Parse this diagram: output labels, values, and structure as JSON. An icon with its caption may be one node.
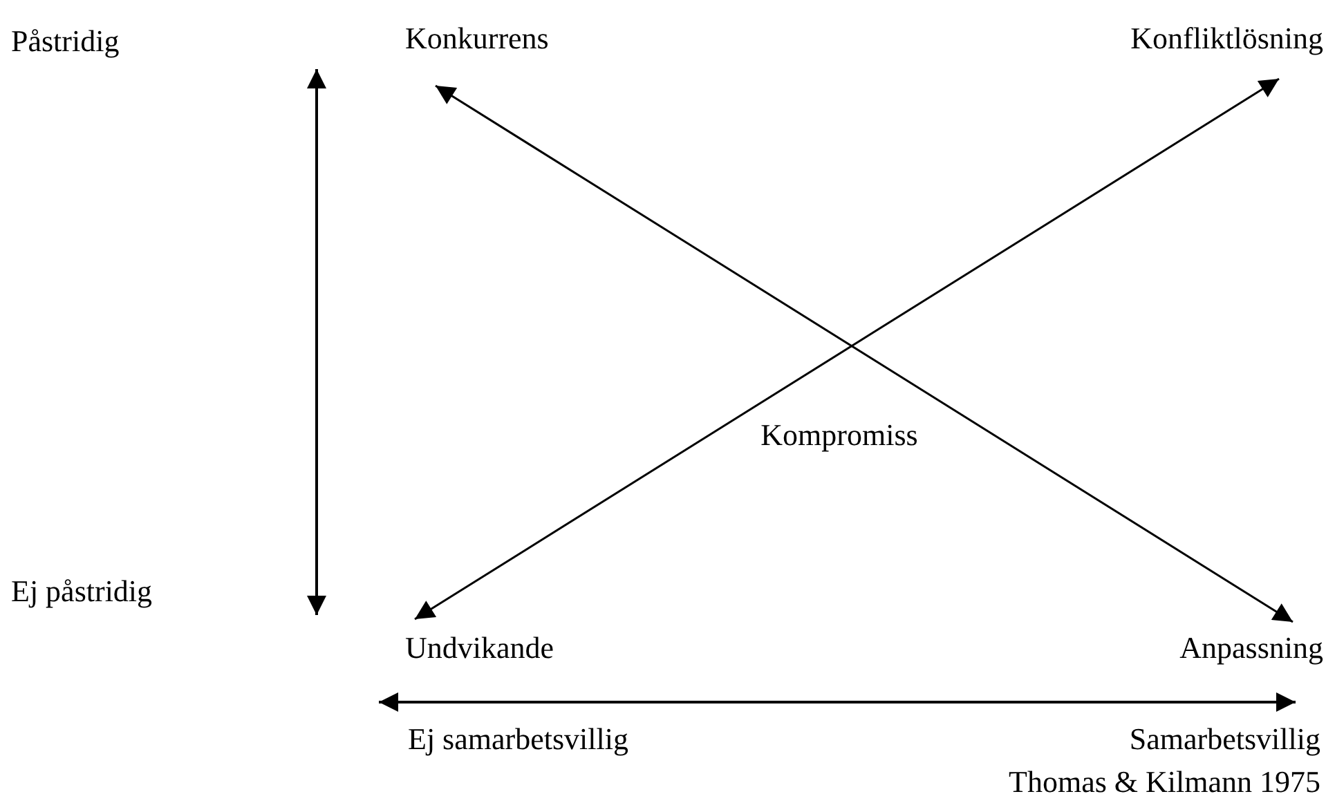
{
  "diagram": {
    "nodes": [
      {
        "text": [
          "Konkurrens"
        ]
      },
      {
        "text": [
          "Konfliktlösning"
        ]
      },
      {
        "text": [
          "Kompromiss"
        ]
      },
      {
        "text": [
          "Undvikande"
        ]
      },
      {
        "text": [
          "Anpassning"
        ]
      }
    ],
    "edges": [
      {
        "from": 0,
        "to": 4,
        "arrow": "both"
      },
      {
        "from": 3,
        "to": 1,
        "arrow": "both"
      }
    ],
    "labels": [
      "Påstridig",
      "Ej påstridig",
      "Ej samarbetsvillig",
      "Samarbetsvillig",
      "Thomas & Kilmann 1975"
    ]
  }
}
